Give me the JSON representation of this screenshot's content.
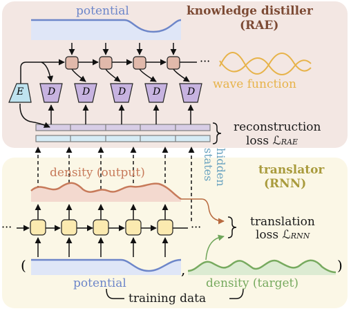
{
  "rae": {
    "title_line1": "knowledge distiller",
    "title_line2": "(RAE)",
    "potential_label": "potential",
    "encoder_letter": "E",
    "decoder_letter": "D",
    "wave_function_label": "wave function",
    "loss_line1": "reconstruction",
    "loss_line2": "loss ℒ",
    "loss_sub": "RAE",
    "hidden_states_line1": "hidden",
    "hidden_states_line2": "states"
  },
  "rnn": {
    "title_line1": "translator",
    "title_line2": "(RNN)",
    "density_output_label": "density (output)",
    "loss_line1": "translation",
    "loss_line2": "loss ℒ",
    "loss_sub": "RNN"
  },
  "training": {
    "open_paren": "(",
    "comma": ",",
    "close_paren": ")",
    "potential_label": "potential",
    "density_target_label": "density (target)",
    "training_data_label": "training data",
    "ellipsis": "···"
  },
  "colors": {
    "rae_panel": "#f3e7e3",
    "rnn_panel": "#fbf7e6",
    "potential": "#6d86c9",
    "potential_fill": "#dfe6f7",
    "density_output": "#c77a5a",
    "density_output_fill": "#f3d9cf",
    "density_target": "#77aa5f",
    "density_target_fill": "#dcebd2",
    "rae_title": "#7c4a34",
    "rnn_title": "#a99b3d",
    "wave": "#e7b34a",
    "decoder_fill": "#c7b3e0",
    "encoder_fill": "#bfe3ef",
    "rae_node_fill": "#e1b9ab",
    "rnn_node_fill": "#fbeab0",
    "hidden_text": "#6aa3c0"
  }
}
